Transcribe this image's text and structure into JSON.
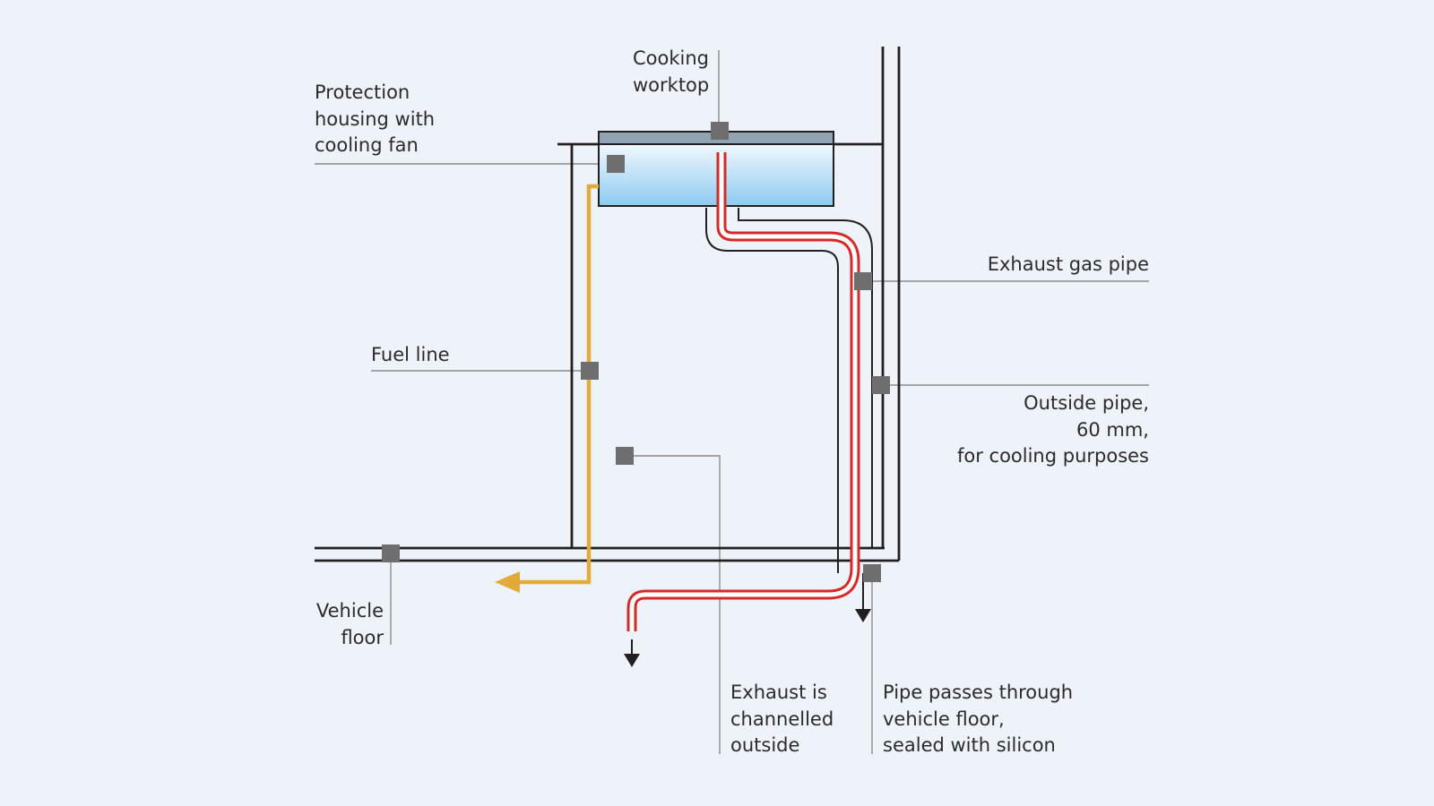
{
  "labels": {
    "cooking_worktop": [
      "Cooking",
      "worktop"
    ],
    "protection_housing": [
      "Protection",
      "housing with",
      "cooling fan"
    ],
    "exhaust_gas_pipe": [
      "Exhaust gas pipe"
    ],
    "fuel_line": [
      "Fuel line"
    ],
    "outside_pipe": [
      "Outside pipe,",
      "60 mm,",
      "for cooling purposes"
    ],
    "vehicle_floor": [
      "Vehicle",
      "floor"
    ],
    "exhaust_outside": [
      "Exhaust is",
      "channelled",
      "outside"
    ],
    "pipe_passes": [
      "Pipe passes through",
      "vehicle floor,",
      "sealed with silicon"
    ]
  },
  "colors": {
    "background": "#eef3f9",
    "structure": "#231f20",
    "leader": "#8a8a8a",
    "marker": "#6e6e6e",
    "exhaust": "#d42a2a",
    "fuel": "#e2a93b",
    "worktop_top": "#8fa3b0",
    "worktop_body_top": "#f3f9fd",
    "worktop_body_bottom": "#8ccbf0"
  }
}
